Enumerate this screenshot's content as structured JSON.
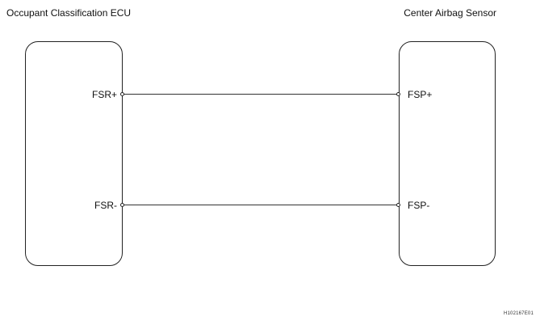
{
  "components": {
    "left": {
      "title": "Occupant Classification ECU"
    },
    "right": {
      "title": "Center Airbag Sensor"
    }
  },
  "connections": [
    {
      "left_pin": "FSR+",
      "right_pin": "FSP+"
    },
    {
      "left_pin": "FSR-",
      "right_pin": "FSP-"
    }
  ],
  "figure_code": "H102167E01"
}
